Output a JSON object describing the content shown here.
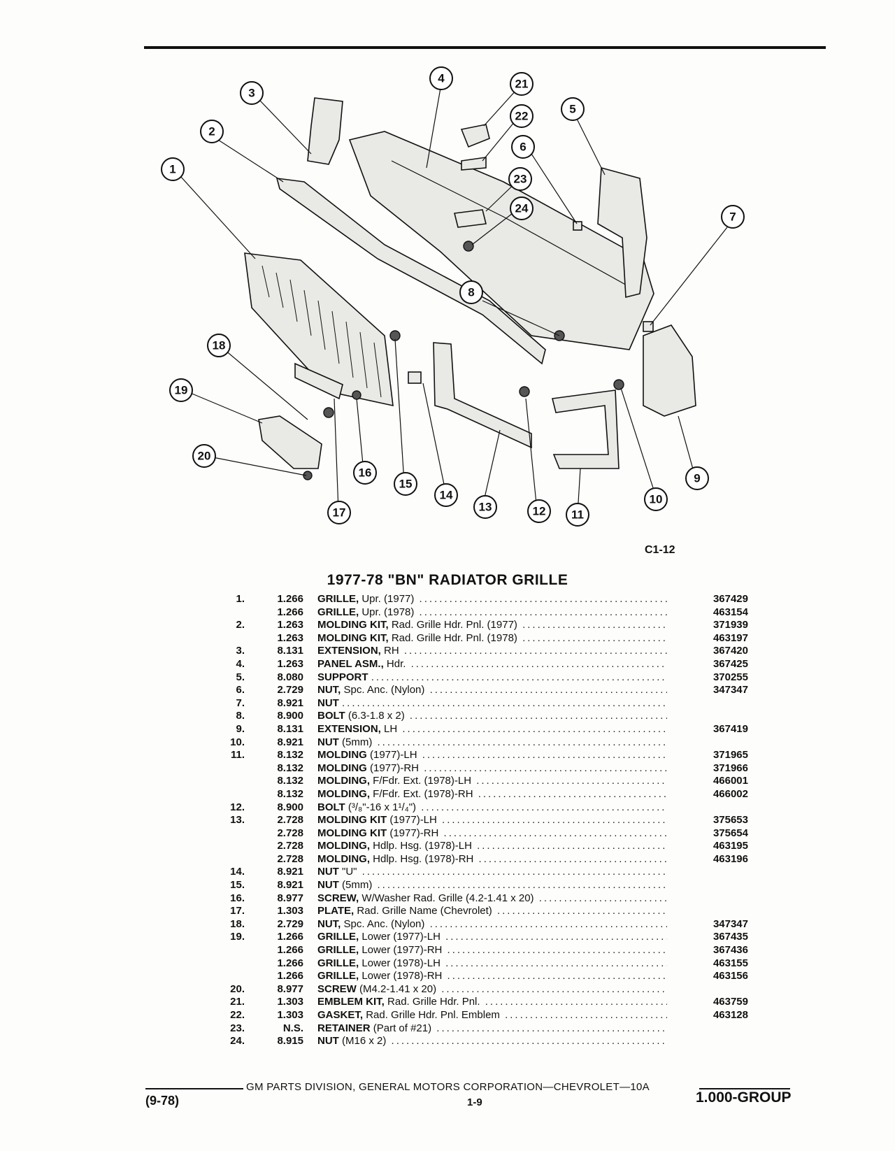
{
  "figure_code": "C1-12",
  "title": "1977-78 \"BN\" RADIATOR GRILLE",
  "callouts": [
    "1",
    "2",
    "3",
    "4",
    "5",
    "6",
    "7",
    "8",
    "9",
    "10",
    "11",
    "12",
    "13",
    "14",
    "15",
    "16",
    "17",
    "18",
    "19",
    "20",
    "21",
    "22",
    "23",
    "24"
  ],
  "parts": [
    {
      "ref": "1.",
      "group": "1.266",
      "name": "GRILLE,",
      "desc": "Upr. (1977)",
      "number": "367429"
    },
    {
      "ref": "",
      "group": "1.266",
      "name": "GRILLE,",
      "desc": "Upr. (1978)",
      "number": "463154"
    },
    {
      "ref": "2.",
      "group": "1.263",
      "name": "MOLDING KIT,",
      "desc": "Rad. Grille Hdr. Pnl. (1977)",
      "number": "371939"
    },
    {
      "ref": "",
      "group": "1.263",
      "name": "MOLDING KIT,",
      "desc": "Rad. Grille Hdr. Pnl. (1978)",
      "number": "463197"
    },
    {
      "ref": "3.",
      "group": "8.131",
      "name": "EXTENSION,",
      "desc": "RH",
      "number": "367420"
    },
    {
      "ref": "4.",
      "group": "1.263",
      "name": "PANEL ASM.,",
      "desc": "Hdr.",
      "number": "367425"
    },
    {
      "ref": "5.",
      "group": "8.080",
      "name": "SUPPORT",
      "desc": "",
      "number": "370255"
    },
    {
      "ref": "6.",
      "group": "2.729",
      "name": "NUT,",
      "desc": "Spc. Anc. (Nylon)",
      "number": "347347"
    },
    {
      "ref": "7.",
      "group": "8.921",
      "name": "NUT",
      "desc": "",
      "number": ""
    },
    {
      "ref": "8.",
      "group": "8.900",
      "name": "BOLT",
      "desc": "(6.3-1.8 x 2)",
      "number": ""
    },
    {
      "ref": "9.",
      "group": "8.131",
      "name": "EXTENSION,",
      "desc": "LH",
      "number": "367419"
    },
    {
      "ref": "10.",
      "group": "8.921",
      "name": "NUT",
      "desc": "(5mm)",
      "number": ""
    },
    {
      "ref": "11.",
      "group": "8.132",
      "name": "MOLDING",
      "desc": "(1977)-LH",
      "number": "371965"
    },
    {
      "ref": "",
      "group": "8.132",
      "name": "MOLDING",
      "desc": "(1977)-RH",
      "number": "371966"
    },
    {
      "ref": "",
      "group": "8.132",
      "name": "MOLDING,",
      "desc": "F/Fdr. Ext. (1978)-LH",
      "number": "466001"
    },
    {
      "ref": "",
      "group": "8.132",
      "name": "MOLDING,",
      "desc": "F/Fdr. Ext. (1978)-RH",
      "number": "466002"
    },
    {
      "ref": "12.",
      "group": "8.900",
      "name": "BOLT",
      "desc": "(³/₈\"-16 x 1¹/₄\")",
      "number": ""
    },
    {
      "ref": "13.",
      "group": "2.728",
      "name": "MOLDING KIT",
      "desc": "(1977)-LH",
      "number": "375653"
    },
    {
      "ref": "",
      "group": "2.728",
      "name": "MOLDING KIT",
      "desc": "(1977)-RH",
      "number": "375654"
    },
    {
      "ref": "",
      "group": "2.728",
      "name": "MOLDING,",
      "desc": "Hdlp. Hsg. (1978)-LH",
      "number": "463195"
    },
    {
      "ref": "",
      "group": "2.728",
      "name": "MOLDING,",
      "desc": "Hdlp. Hsg. (1978)-RH",
      "number": "463196"
    },
    {
      "ref": "14.",
      "group": "8.921",
      "name": "NUT",
      "desc": "\"U\"",
      "number": ""
    },
    {
      "ref": "15.",
      "group": "8.921",
      "name": "NUT",
      "desc": "(5mm)",
      "number": ""
    },
    {
      "ref": "16.",
      "group": "8.977",
      "name": "SCREW,",
      "desc": "W/Washer Rad. Grille (4.2-1.41 x 20)",
      "number": ""
    },
    {
      "ref": "17.",
      "group": "1.303",
      "name": "PLATE,",
      "desc": "Rad. Grille Name (Chevrolet)",
      "number": ""
    },
    {
      "ref": "18.",
      "group": "2.729",
      "name": "NUT,",
      "desc": "Spc. Anc. (Nylon)",
      "number": "347347"
    },
    {
      "ref": "19.",
      "group": "1.266",
      "name": "GRILLE,",
      "desc": "Lower (1977)-LH",
      "number": "367435"
    },
    {
      "ref": "",
      "group": "1.266",
      "name": "GRILLE,",
      "desc": "Lower (1977)-RH",
      "number": "367436"
    },
    {
      "ref": "",
      "group": "1.266",
      "name": "GRILLE,",
      "desc": "Lower (1978)-LH",
      "number": "463155"
    },
    {
      "ref": "",
      "group": "1.266",
      "name": "GRILLE,",
      "desc": "Lower (1978)-RH",
      "number": "463156"
    },
    {
      "ref": "20.",
      "group": "8.977",
      "name": "SCREW",
      "desc": "(M4.2-1.41 x 20)",
      "number": ""
    },
    {
      "ref": "21.",
      "group": "1.303",
      "name": "EMBLEM KIT,",
      "desc": "Rad. Grille Hdr. Pnl.",
      "number": "463759"
    },
    {
      "ref": "22.",
      "group": "1.303",
      "name": "GASKET,",
      "desc": "Rad. Grille Hdr. Pnl. Emblem",
      "number": "463128"
    },
    {
      "ref": "23.",
      "group": "N.S.",
      "name": "RETAINER",
      "desc": "(Part of #21)",
      "number": ""
    },
    {
      "ref": "24.",
      "group": "8.915",
      "name": "NUT",
      "desc": "(M16 x 2)",
      "number": ""
    }
  ],
  "footer": {
    "division": "GM PARTS DIVISION, GENERAL MOTORS CORPORATION—CHEVROLET—10A",
    "date_code": "(9-78)",
    "page": "1-9",
    "group": "1.000-GROUP"
  }
}
